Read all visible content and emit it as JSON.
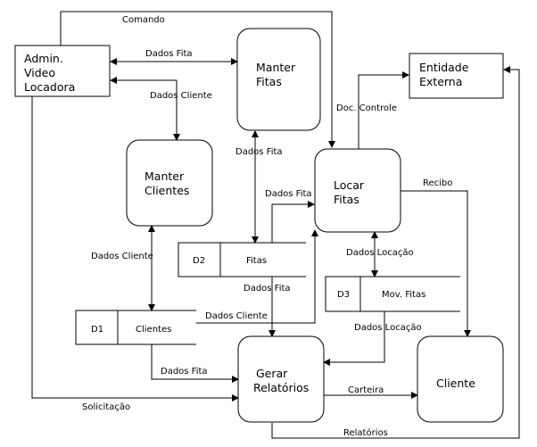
{
  "entities": {
    "admin": [
      "Admin.",
      "Video",
      "Locadora"
    ],
    "entidade_externa": [
      "Entidade",
      "Externa"
    ]
  },
  "processes": {
    "manter_fitas": [
      "Manter",
      "Fitas"
    ],
    "manter_clientes": [
      "Manter",
      "Clientes"
    ],
    "locar_fitas": [
      "Locar",
      "Fitas"
    ],
    "gerar_relatorios": [
      "Gerar",
      "Relatórios"
    ],
    "cliente": [
      "Cliente"
    ]
  },
  "stores": {
    "d2": {
      "id": "D2",
      "name": "Fitas"
    },
    "d3": {
      "id": "D3",
      "name": "Mov. Fitas"
    },
    "d1": {
      "id": "D1",
      "name": "Clientes"
    }
  },
  "flows": {
    "comando": "Comando",
    "dados_fita_top": "Dados Fita",
    "dados_cliente_top": "Dados Cliente",
    "doc_controle": "Doc. Controle",
    "dados_fita_manter": "Dados Fita",
    "dados_fita_locar": "Dados Fita",
    "recibo": "Recibo",
    "dados_locacao_1": "Dados Locação",
    "dados_cliente_left": "Dados Cliente",
    "dados_fita_store": "Dados Fita",
    "dados_cliente_d1": "Dados Cliente",
    "dados_locacao_2": "Dados Locação",
    "dados_fita_bottom": "Dados Fita",
    "carteira": "Carteira",
    "solicitacao": "Solicitação",
    "relatorios": "Relatórios"
  }
}
